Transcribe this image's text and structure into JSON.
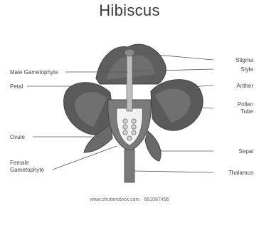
{
  "title": "Hibiscus",
  "labels": {
    "stigma": "Stigma",
    "style": "Style",
    "anther": "Anther",
    "pollen_tube_1": "Pollen",
    "pollen_tube_2": "Tube",
    "sepal": "Sepal",
    "thalamus": "Thalamus",
    "male_gametophyte": "Male Gametophyte",
    "petal": "Petal",
    "ovule": "Ovule",
    "female_gametophyte_1": "Female",
    "female_gametophyte_2": "Gametophyte"
  },
  "watermark": "www.shutterstock.com · 661087456",
  "colors": {
    "petal_dark": "#5e5e5e",
    "petal_light": "#8a8a8a",
    "stem": "#7a7a7a",
    "ovary_fill": "#f2f2f2",
    "line": "#555555"
  }
}
